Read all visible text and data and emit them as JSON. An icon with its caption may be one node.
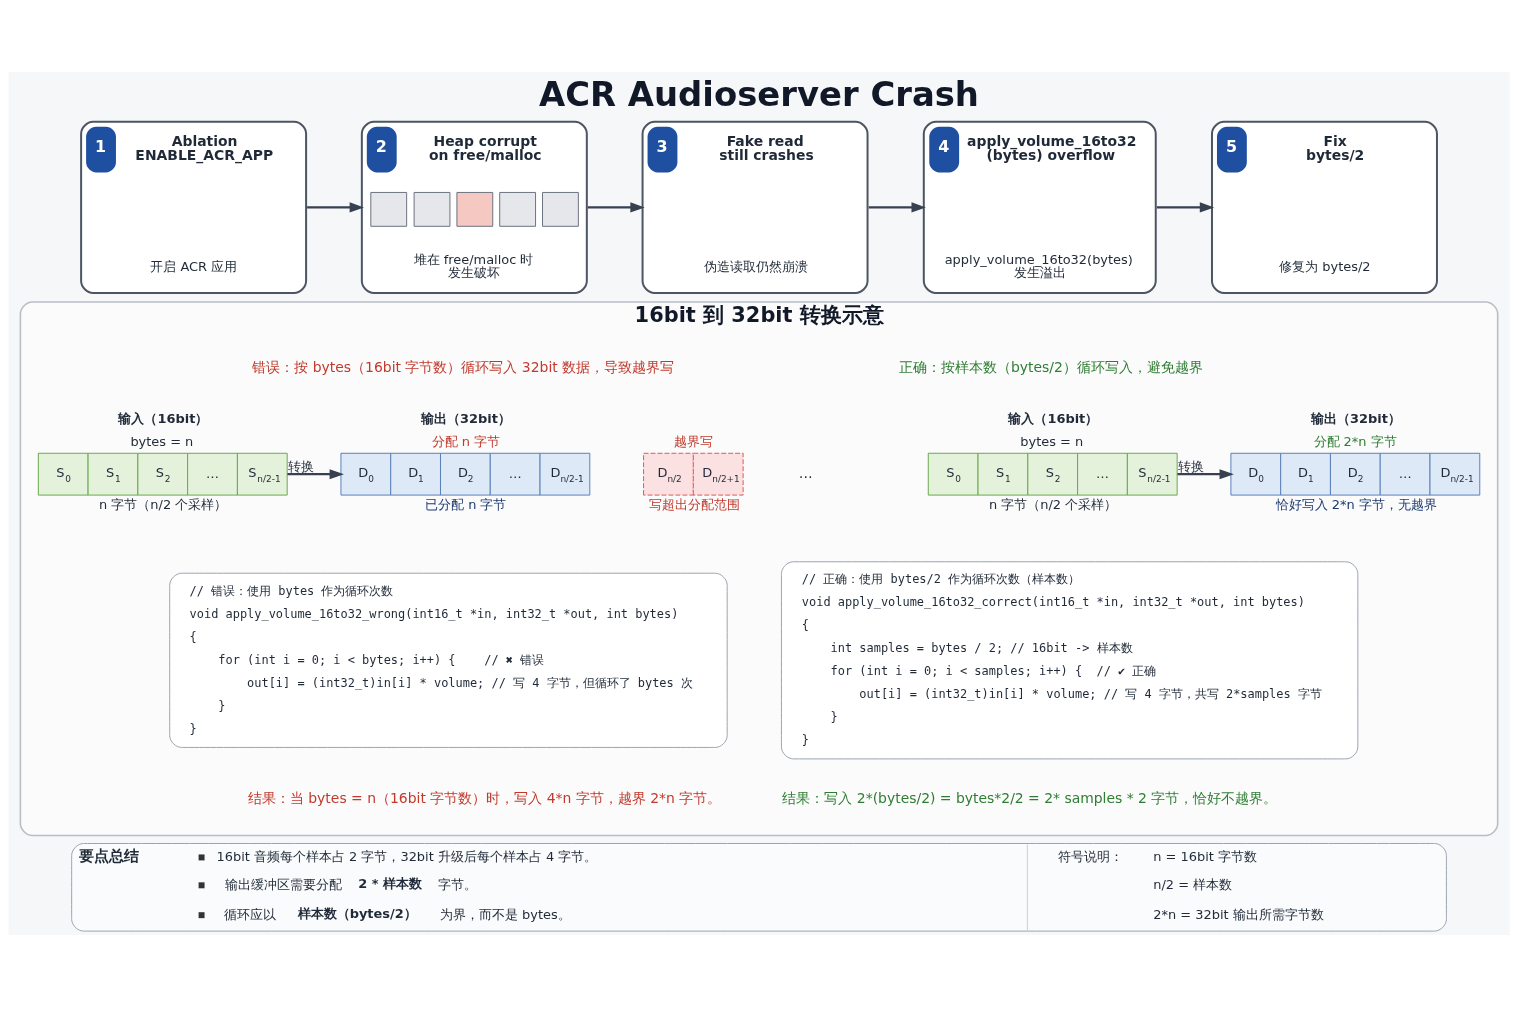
{
  "diagram": {
    "title": "ACR Audioserver Crash",
    "nodes": [
      {
        "text": [
          "1",
          "Ablation ENABLE_ACR_APP",
          "开启 ACR 应用"
        ]
      },
      {
        "text": [
          "2",
          "Heap corrupt on free/malloc",
          "堆在 free/malloc 时发生破坏"
        ]
      },
      {
        "text": [
          "3",
          "Fake read still crashes",
          "伪造读取仍然崩溃"
        ]
      },
      {
        "text": [
          "4",
          "apply_volume_16to32 (bytes) overflow",
          "apply_volume_16to32(bytes) 发生溢出"
        ]
      },
      {
        "text": [
          "5",
          "Fix bytes/2",
          "修复为 bytes/2"
        ]
      },
      {
        "text": [
          "16bit 到 32bit 转换示意"
        ]
      },
      {
        "text": [
          "输入（16bit）",
          "bytes = n",
          "S$_{0}$",
          "S$_{1}$",
          "S$_{2}$",
          "…",
          "S$_{n/2-1}$"
        ],
        "beside": [
          "n 字节（n/2 个采样）"
        ],
        "in": 5
      },
      {
        "text": [
          "输出（32bit）",
          "分配 n 字节",
          "D$_{0}$",
          "D$_{1}$",
          "D$_{2}$",
          "…",
          "D$_{n/2-1}$"
        ],
        "beside": [
          "已分配 n 字节"
        ],
        "in": 5
      },
      {
        "text": [
          "越界写",
          "D$_{n/2}$",
          "D$_{n/2+1}$"
        ],
        "beside": [
          "写超出分配范围"
        ],
        "in": 5
      },
      {
        "text": [
          "输入（16bit）",
          "bytes = n",
          "S$_{0}$",
          "S$_{1}$",
          "S$_{2}$",
          "…",
          "S$_{n/2-1}$"
        ],
        "beside": [
          "n 字节（n/2 个采样）"
        ],
        "in": 5
      },
      {
        "text": [
          "输出（32bit）",
          "分配 2*n 字节",
          "D$_{0}$",
          "D$_{1}$",
          "D$_{2}$",
          "…",
          "D$_{n/2-1}$"
        ],
        "beside": [
          "恰好写入 2*n 字节，无越界"
        ],
        "in": 5
      },
      {
        "text": [
          "// 错误：使用 bytes 作为循环次数",
          "void apply_volume_16to32_wrong(int16_t *in, int32_t *out, int bytes)",
          "{",
          "    for (int i = 0; i < bytes; i++) {    // ✖ 错误",
          "        out[i] = (int32_t)in[i] * volume; // 写 4 字节，但循环了 bytes 次",
          "    }",
          "}"
        ],
        "in": 5
      },
      {
        "text": [
          "// 正确：使用 bytes/2 作为循环次数（样本数）",
          "void apply_volume_16to32_correct(int16_t *in, int32_t *out, int bytes)",
          "{",
          "    int samples = bytes / 2; // 16bit -> 样本数",
          "    for (int i = 0; i < samples; i++) {  // ✔ 正确",
          "        out[i] = (int32_t)in[i] * volume; // 写 4 字节，共写 2*samples 字节",
          "    }",
          "}"
        ],
        "in": 5
      },
      {
        "text": [
          "要点总结",
          "16bit 音频每个样本占 2 字节，32bit 升级后每个样本占 4 字节。",
          "输出缓冲区需要分配 **2 * 样本数** 字节。",
          "循环应以 **样本数（bytes/2）** 为界，而不是 bytes。",
          "符号说明：",
          "n = 16bit 字节数",
          "n/2 = 样本数",
          "2*n = 32bit 输出所需字节数"
        ]
      }
    ],
    "edges": [
      {
        "from": 0,
        "to": 1,
        "arrow": "to"
      },
      {
        "from": 1,
        "to": 2,
        "arrow": "to"
      },
      {
        "from": 2,
        "to": 3,
        "arrow": "to"
      },
      {
        "from": 3,
        "to": 4,
        "arrow": "to"
      },
      {
        "from": 6,
        "to": 7,
        "arrow": "to",
        "label": "转换"
      },
      {
        "from": 9,
        "to": 10,
        "arrow": "to",
        "label": "转换"
      }
    ],
    "labels": [
      "错误：按 bytes（16bit 字节数）循环写入 32bit 数据，导致越界写",
      "正确：按样本数（bytes/2）循环写入，避免越界",
      "…",
      "结果：当 bytes = n（16bit 字节数）时，写入 4*n 字节，越界 2*n 字节。",
      "结果：写入 2*(bytes/2) = bytes*2/2 = 2* samples * 2 字节，恰好不越界。"
    ]
  }
}
